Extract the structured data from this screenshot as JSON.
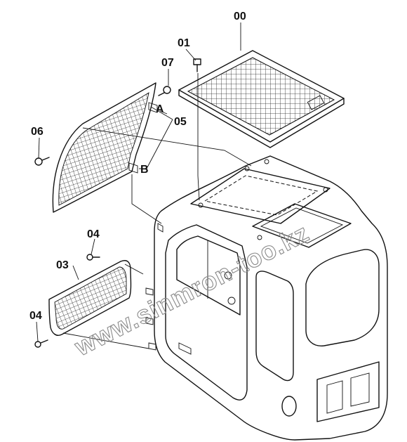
{
  "callouts": {
    "p00": "00",
    "p01": "01",
    "p07": "07",
    "pA": "A",
    "p05": "05",
    "p06": "06",
    "pB": "B",
    "p04_top": "04",
    "p03": "03",
    "p04_bottom": "04"
  },
  "watermark": "www.sinmron-too.kz"
}
